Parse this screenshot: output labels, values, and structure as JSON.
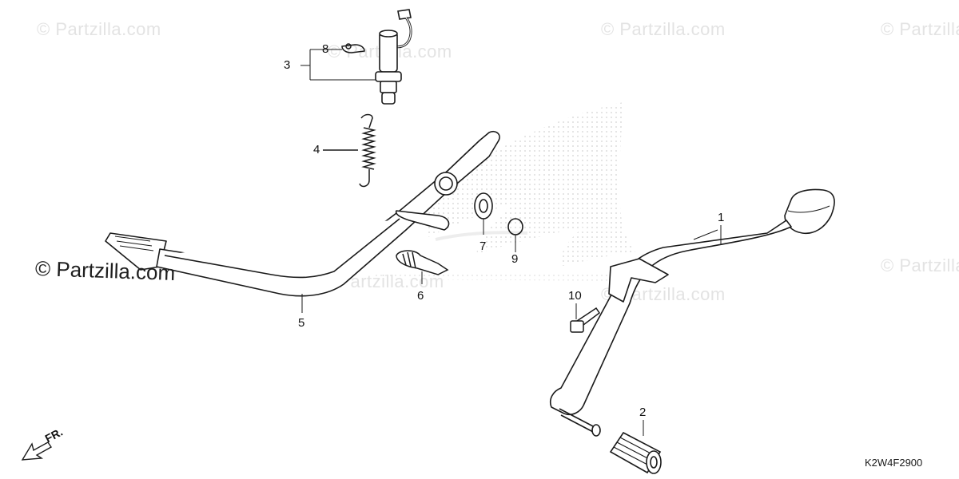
{
  "watermarks": {
    "site_text": "© Partzilla.com"
  },
  "brand_text": "© Partzilla.com",
  "diagram_code": "K2W4F2900",
  "direction_label": "FR.",
  "callouts": {
    "c1": "1",
    "c2": "2",
    "c3": "3",
    "c4": "4",
    "c5": "5",
    "c6": "6",
    "c7": "7",
    "c8": "8",
    "c9": "9",
    "c10": "10"
  },
  "colors": {
    "line": "#1a1a1a",
    "watermark": "#e3e3e3",
    "logo_dots": "#d9d9d9",
    "background": "#ffffff"
  }
}
